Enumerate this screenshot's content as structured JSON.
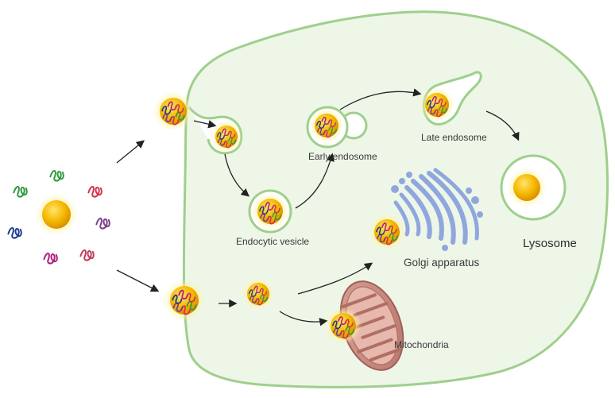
{
  "labels": {
    "endocytic_vesicle": "Endocytic vesicle",
    "early_endosome": "Early endosome",
    "late_endosome": "Late endosome",
    "lysosome": "Lysosome",
    "golgi_apparatus": "Golgi apparatus",
    "mitochondria": "Mitochondria"
  },
  "colors": {
    "cell_membrane": "#9fcf8c",
    "cytoplasm": "#eef6e8",
    "nanoparticle": "#f2b705",
    "golgi": "#8fa7dd",
    "mitochondria": "#c98a80",
    "arrow": "#222222"
  }
}
